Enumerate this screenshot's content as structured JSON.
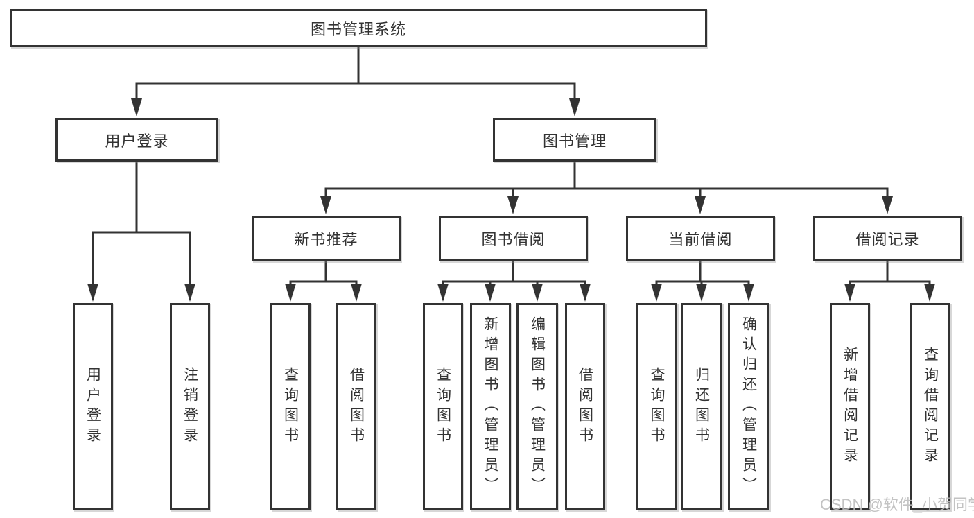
{
  "diagram": {
    "root": {
      "label": "图书管理系统"
    },
    "level2": [
      {
        "id": "user-login",
        "label": "用户登录"
      },
      {
        "id": "book-management",
        "label": "图书管理"
      }
    ],
    "level3": [
      {
        "id": "new-book-recommendation",
        "label": "新书推荐"
      },
      {
        "id": "book-borrowing",
        "label": "图书借阅"
      },
      {
        "id": "current-borrowing",
        "label": "当前借阅"
      },
      {
        "id": "borrowing-records",
        "label": "借阅记录"
      }
    ],
    "leaves": {
      "user_login": [
        {
          "label": "用户登录"
        },
        {
          "label": "注销登录"
        }
      ],
      "new_book_recommendation": [
        {
          "label": "查询图书"
        },
        {
          "label": "借阅图书"
        }
      ],
      "book_borrowing": [
        {
          "label": "查询图书"
        },
        {
          "label": "新增图书（管理员）"
        },
        {
          "label": "编辑图书（管理员）"
        },
        {
          "label": "借阅图书"
        }
      ],
      "current_borrowing": [
        {
          "label": "查询图书"
        },
        {
          "label": "归还图书"
        },
        {
          "label": "确认归还（管理员）"
        }
      ],
      "borrowing_records": [
        {
          "label": "新增借阅记录"
        },
        {
          "label": "查询借阅记录"
        }
      ]
    }
  },
  "watermark": "CSDN @软件_小贺同学",
  "colors": {
    "line": "#333333",
    "text": "#333333",
    "background": "#ffffff",
    "watermark": "#bdbdbd"
  }
}
